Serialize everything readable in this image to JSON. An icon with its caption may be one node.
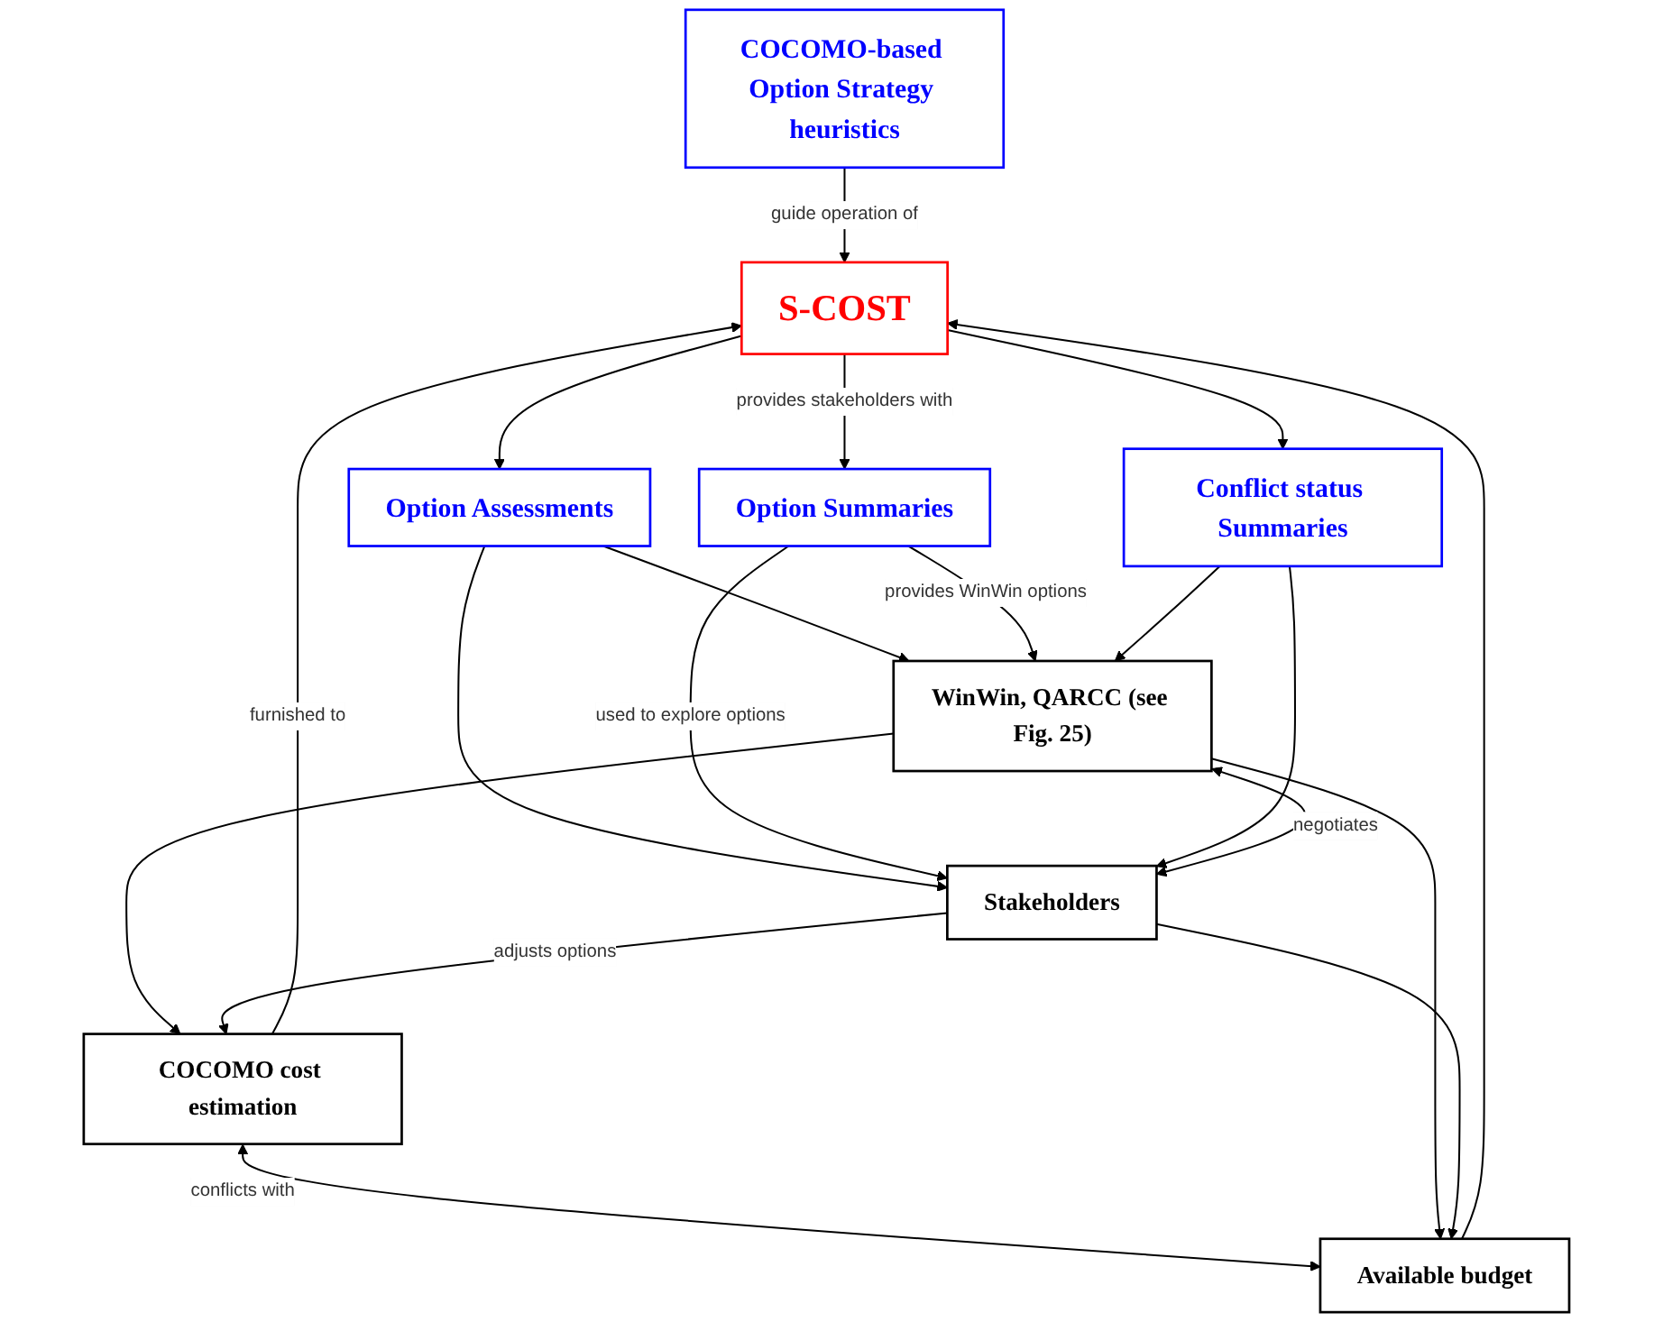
{
  "diagram": {
    "nodes": [
      {
        "text": [
          "COCOMO-based Option Strategy heuristics"
        ]
      },
      {
        "text": [
          "COCOMO cost estimation"
        ]
      },
      {
        "text": [
          "S-COST"
        ]
      },
      {
        "text": [
          "Available budget"
        ]
      },
      {
        "text": [
          "Option Assessments"
        ]
      },
      {
        "text": [
          "Option Summaries"
        ]
      },
      {
        "text": [
          "Conflict status Summaries"
        ]
      },
      {
        "text": [
          "WinWin, QARCC (see Fig. 25)"
        ]
      },
      {
        "text": [
          "Stakeholders"
        ]
      }
    ],
    "edges": [
      {
        "from": 0,
        "to": 2,
        "arrow": "to",
        "label": "guide operation of"
      },
      {
        "from": 1,
        "to": 2,
        "arrow": "to",
        "label": "furnished to"
      },
      {
        "from": 1,
        "to": 3,
        "arrow": "both",
        "label": "conflicts with"
      },
      {
        "from": 3,
        "to": 2,
        "arrow": "to"
      },
      {
        "from": 2,
        "to": 4,
        "arrow": "to"
      },
      {
        "from": 2,
        "to": 5,
        "arrow": "to",
        "label": "provides stakeholders with"
      },
      {
        "from": 2,
        "to": 6,
        "arrow": "to"
      },
      {
        "from": 4,
        "to": 7,
        "arrow": "to"
      },
      {
        "from": 5,
        "to": 7,
        "arrow": "to",
        "label": "provides WinWin options"
      },
      {
        "from": 6,
        "to": 7,
        "arrow": "to"
      },
      {
        "from": 4,
        "to": 8,
        "arrow": "to"
      },
      {
        "from": 5,
        "to": 8,
        "arrow": "to",
        "label": "used to explore options"
      },
      {
        "from": 6,
        "to": 8,
        "arrow": "to"
      },
      {
        "from": 7,
        "to": 8,
        "arrow": "both",
        "label": "negotiates"
      },
      {
        "from": 7,
        "to": 1,
        "arrow": "to"
      },
      {
        "from": 7,
        "to": 3,
        "arrow": "to"
      },
      {
        "from": 8,
        "to": 1,
        "arrow": "to",
        "label": "adjusts options"
      },
      {
        "from": 8,
        "to": 3,
        "arrow": "to"
      }
    ]
  }
}
